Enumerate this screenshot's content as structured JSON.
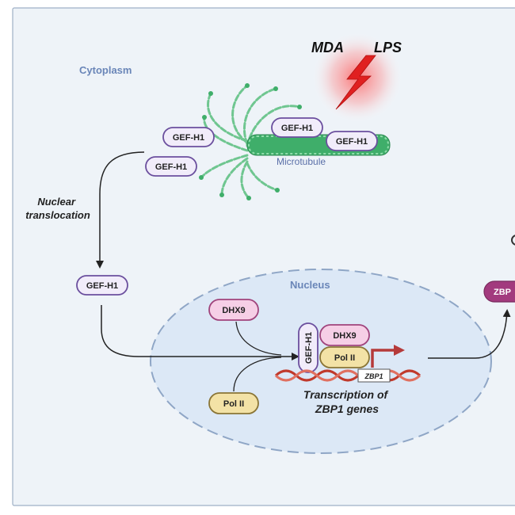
{
  "stimuli": {
    "left": "MDA",
    "right": "LPS"
  },
  "compartments": {
    "cytoplasm": "Cytoplasm",
    "nucleus": "Nucleus"
  },
  "structures": {
    "microtubule": "Microtubule"
  },
  "proteins": {
    "gef_h1": "GEF-H1",
    "dhx9": "DHX9",
    "pol_ii": "Pol II",
    "zbp1_protein": "ZBP"
  },
  "gene": {
    "zbp1": "ZBP1"
  },
  "steps": {
    "nuclear_translocation": [
      "Nuclear",
      "translocation"
    ],
    "transcription": [
      "Transcription of",
      "ZBP1 genes"
    ]
  },
  "colors": {
    "panel_bg": "#eef3f8",
    "panel_border": "#9fb0c6",
    "cytoplasm_label": "#6a86b8",
    "nucleus_fill": "#dce8f6",
    "nucleus_border": "#8fa6c6",
    "gef_fill": "#f1ecfa",
    "gef_stroke": "#6b4f9e",
    "dhx9_fill": "#f6cfe6",
    "dhx9_stroke": "#a0447c",
    "pol_fill": "#f3e2a6",
    "pol_stroke": "#8a7536",
    "zbp_fill": "#a23a7e",
    "microtubule": "#3fae6a",
    "lightning": "#e02020",
    "tss_arrow": "#b53a3a",
    "dna_a": "#c0392b",
    "dna_b": "#e07060"
  }
}
